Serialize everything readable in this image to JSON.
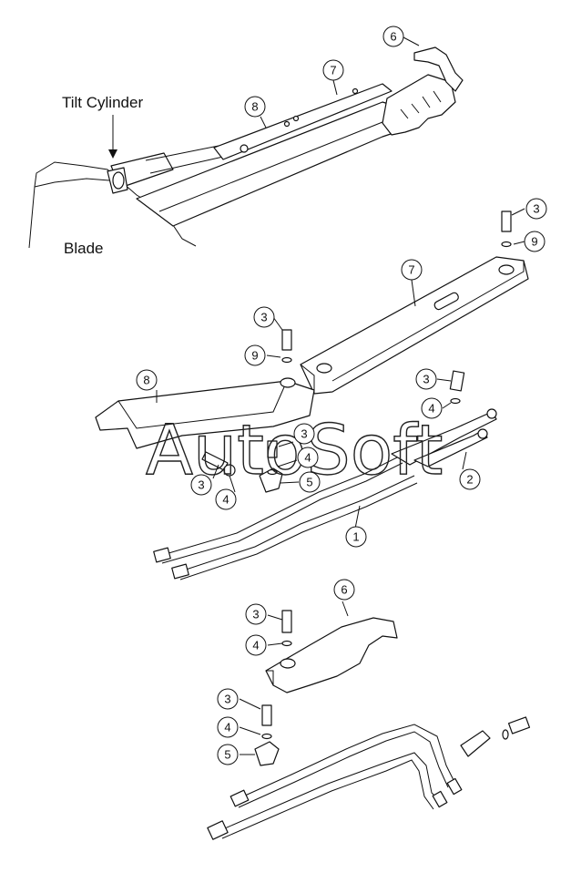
{
  "labels": {
    "tilt_cylinder": "Tilt Cylinder",
    "blade": "Blade"
  },
  "watermark": "AutoSoft",
  "callouts": [
    {
      "id": "c6a",
      "number": "6"
    },
    {
      "id": "c7a",
      "number": "7"
    },
    {
      "id": "c8a",
      "number": "8"
    },
    {
      "id": "c3a",
      "number": "3"
    },
    {
      "id": "c9a",
      "number": "9"
    },
    {
      "id": "c7b",
      "number": "7"
    },
    {
      "id": "c3b",
      "number": "3"
    },
    {
      "id": "c9b",
      "number": "9"
    },
    {
      "id": "c8b",
      "number": "8"
    },
    {
      "id": "c3c",
      "number": "3"
    },
    {
      "id": "c4c",
      "number": "4"
    },
    {
      "id": "c3d",
      "number": "3"
    },
    {
      "id": "c4d",
      "number": "4"
    },
    {
      "id": "c5d",
      "number": "5"
    },
    {
      "id": "c3e",
      "number": "3"
    },
    {
      "id": "c4e",
      "number": "4"
    },
    {
      "id": "c2",
      "number": "2"
    },
    {
      "id": "c1",
      "number": "1"
    },
    {
      "id": "c6b",
      "number": "6"
    },
    {
      "id": "c3f",
      "number": "3"
    },
    {
      "id": "c4f",
      "number": "4"
    },
    {
      "id": "c3g",
      "number": "3"
    },
    {
      "id": "c4g",
      "number": "4"
    },
    {
      "id": "c5g",
      "number": "5"
    }
  ]
}
